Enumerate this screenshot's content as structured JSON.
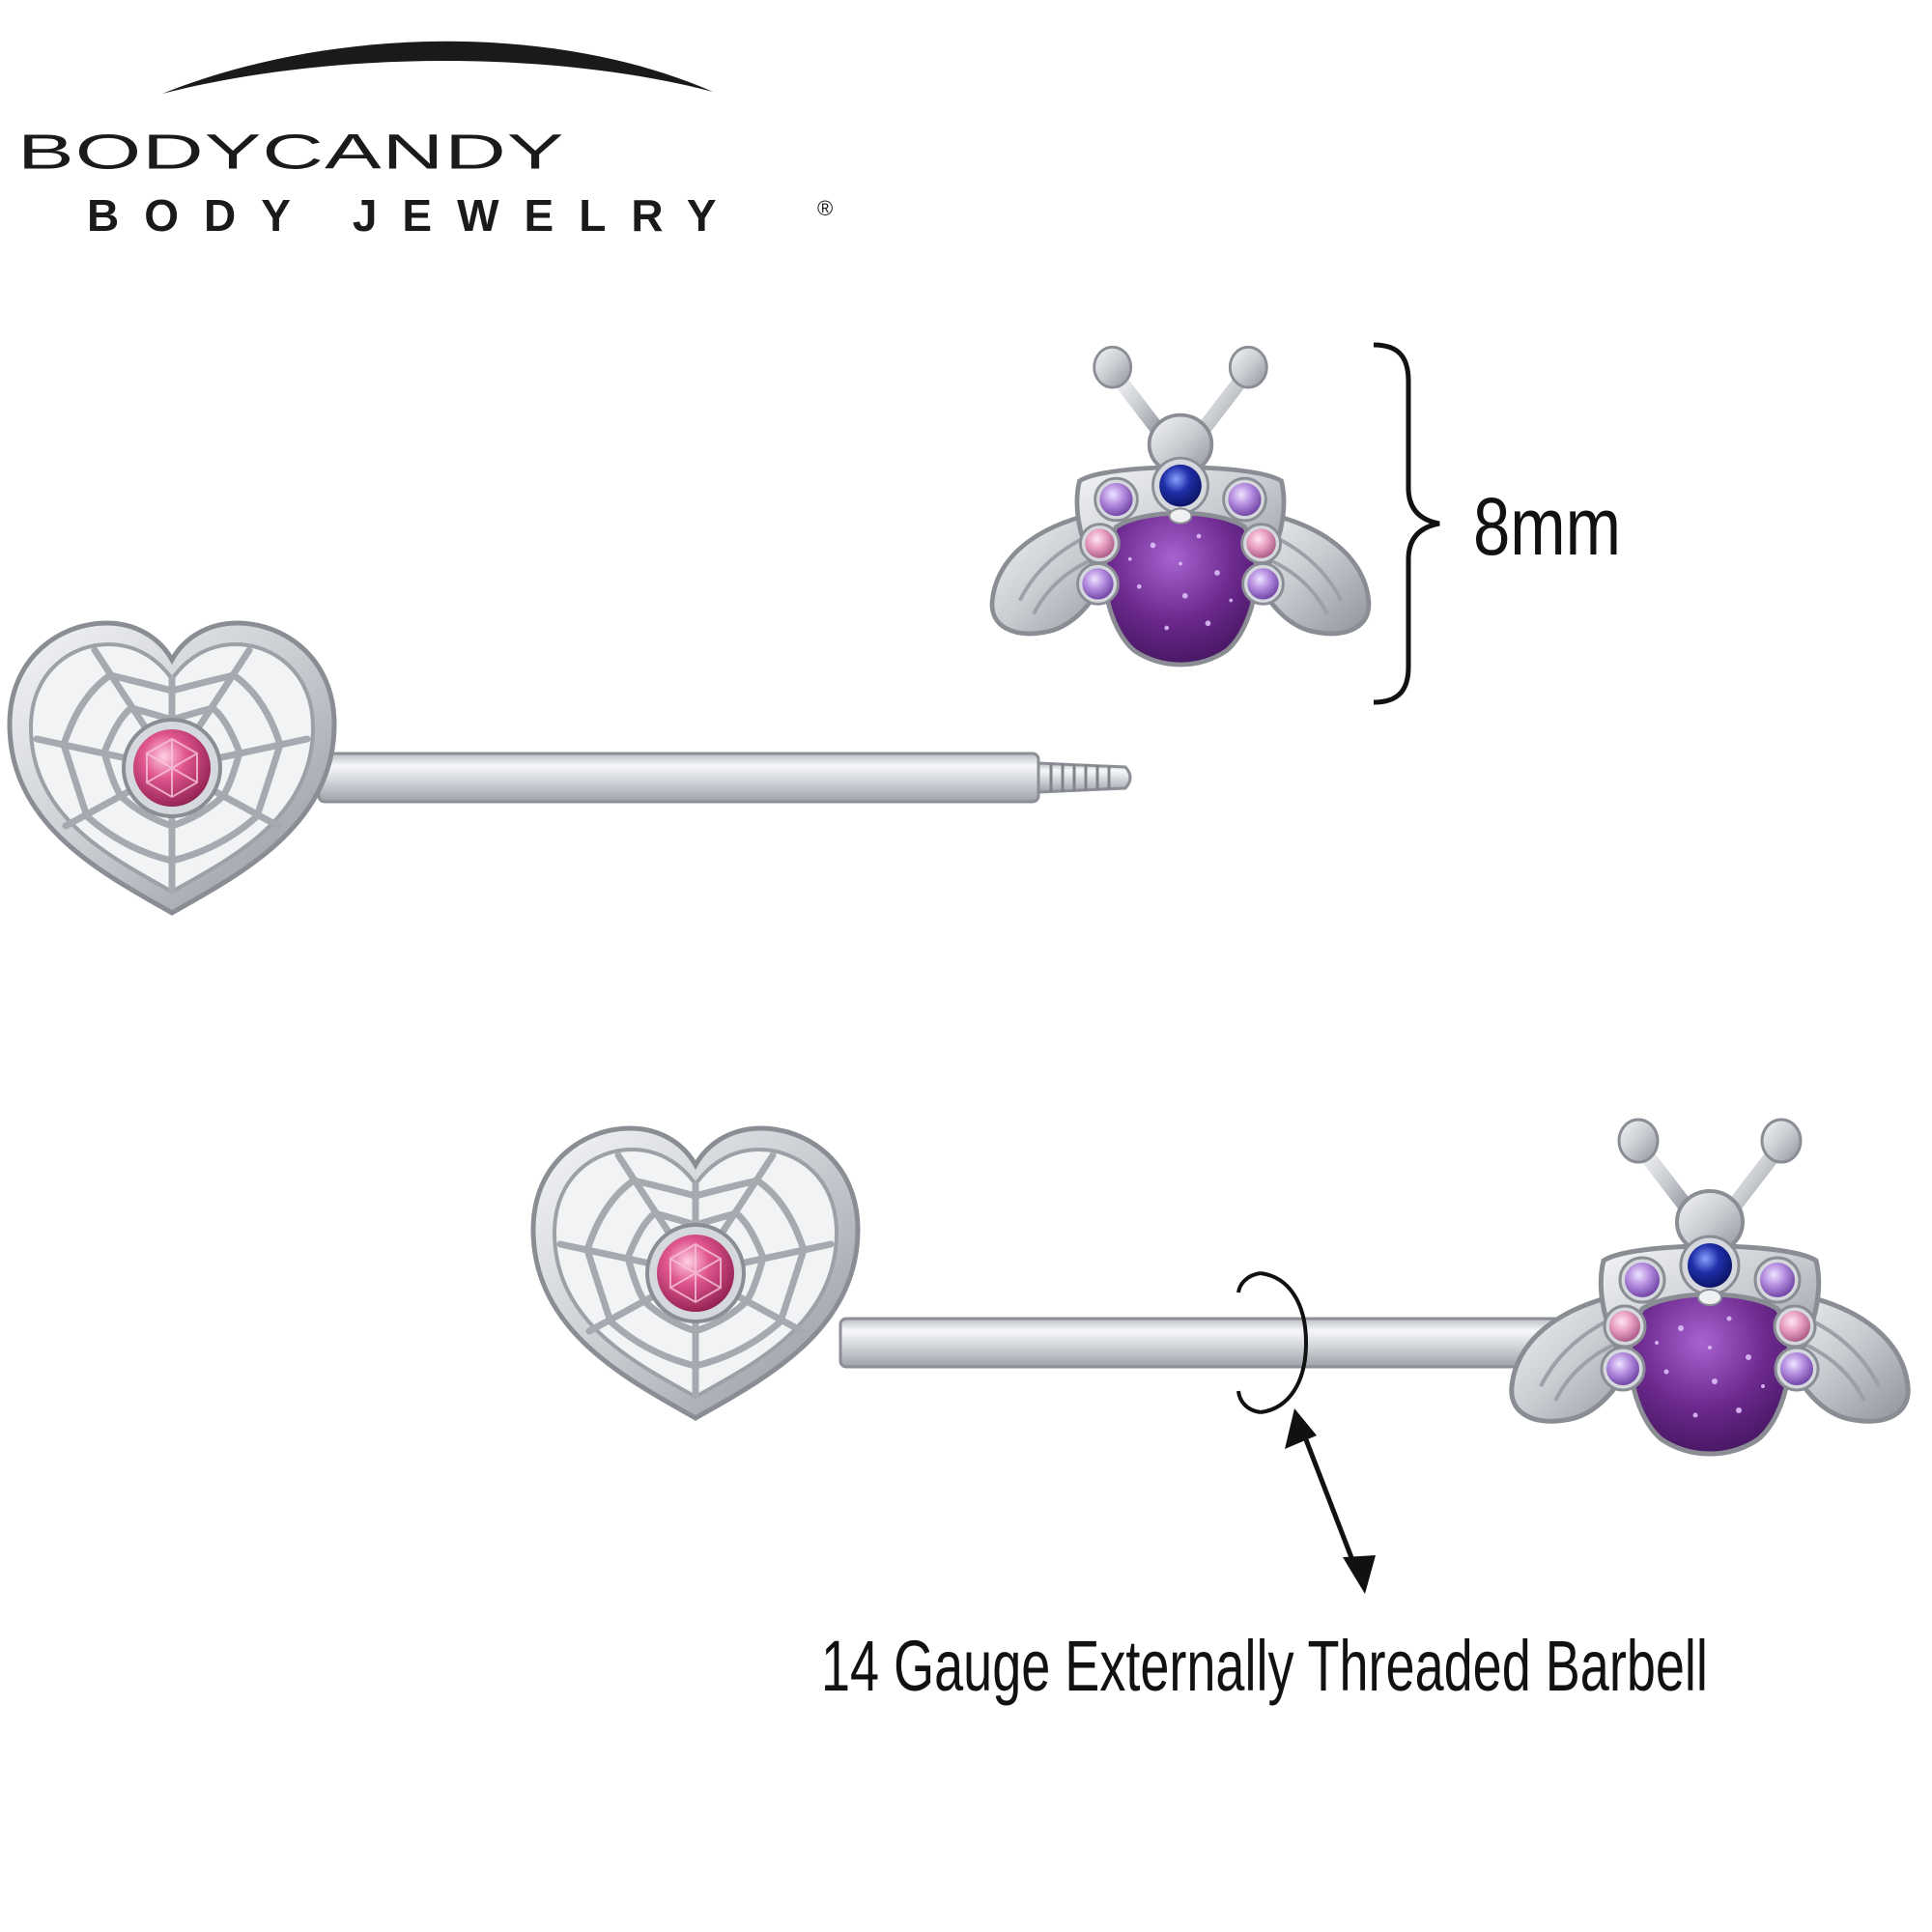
{
  "brand": {
    "name": "BODYCANDY",
    "tagline": "BODY JEWELRY",
    "registered_mark": "®"
  },
  "annotations": {
    "ornament_size": "8mm",
    "barbell_spec": "14 Gauge Externally Threaded Barbell"
  },
  "colors": {
    "background": "#ffffff",
    "text": "#111111",
    "silver": "#c9ccd1",
    "pink_gem": "#e0558f",
    "blue_gem": "#1f2fa8",
    "purple_glitter": "#6d2a8f",
    "lavender_gem": "#b58ee0"
  },
  "products": [
    {
      "view": "disassembled",
      "parts": [
        "heart-web-end",
        "barbell-bar",
        "threaded-tip",
        "bug-charm"
      ]
    },
    {
      "view": "assembled",
      "parts": [
        "heart-web-end",
        "barbell-bar",
        "bug-charm"
      ]
    }
  ]
}
